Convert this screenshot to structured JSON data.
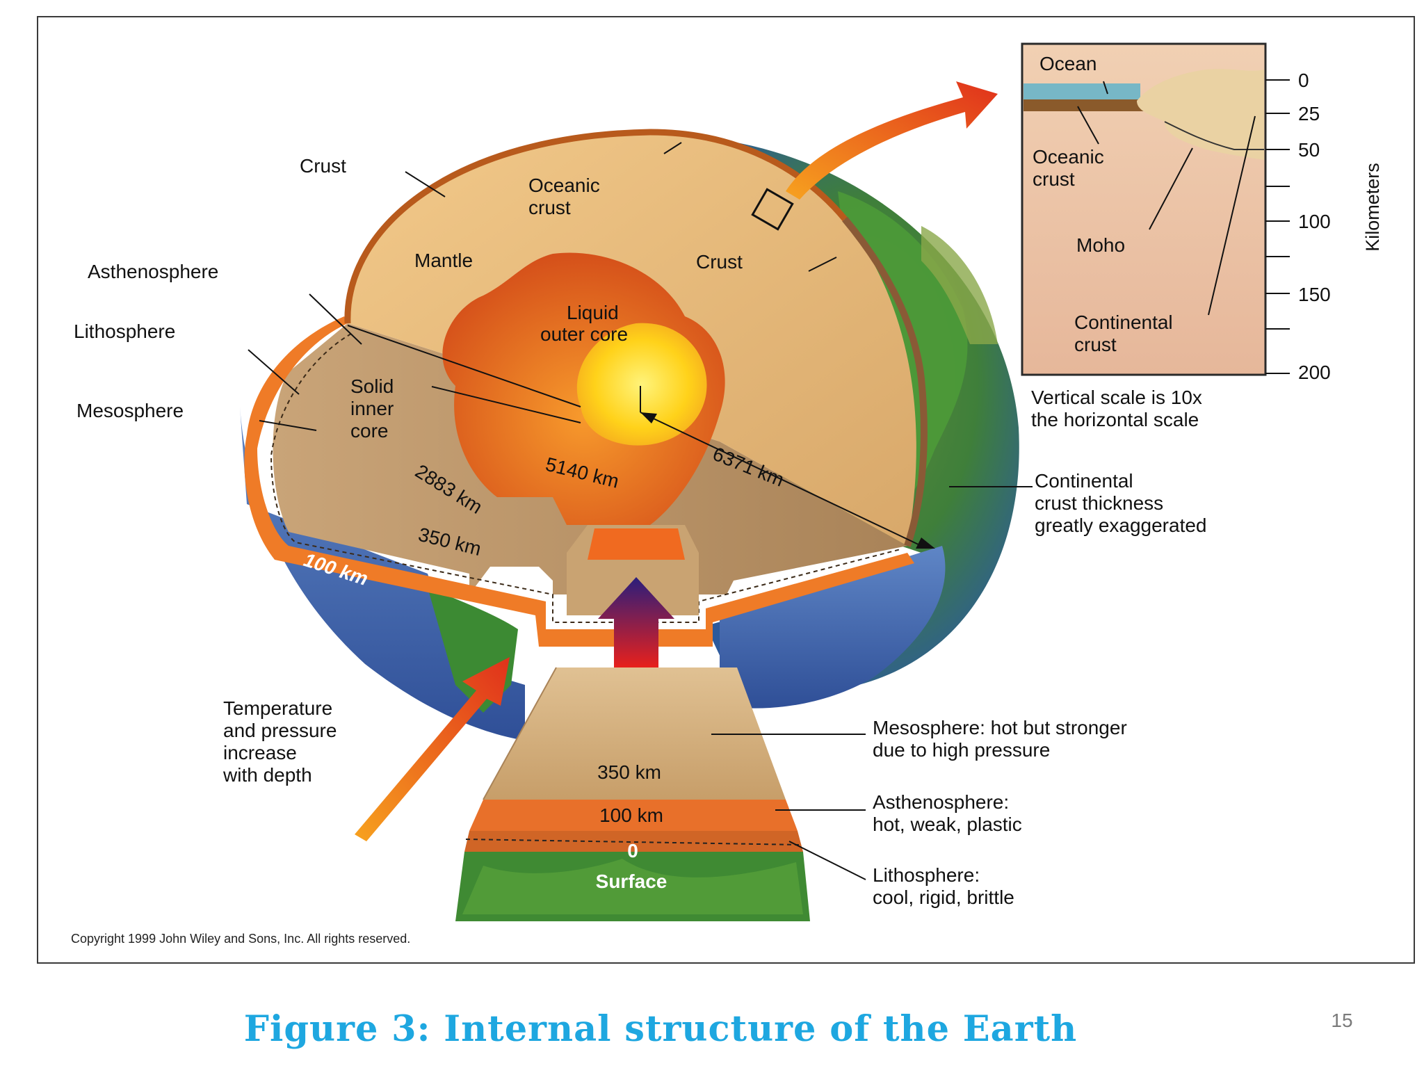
{
  "labels": {
    "crust_left": "Crust",
    "oceanic_crust": [
      "Oceanic",
      "crust"
    ],
    "mantle": "Mantle",
    "crust_right": "Crust",
    "asthenosphere": "Asthenosphere",
    "lithosphere": "Lithosphere",
    "mesosphere": "Mesosphere",
    "liquid_outer_core": [
      "Liquid",
      "outer core"
    ],
    "solid_inner_core": [
      "Solid",
      "inner",
      "core"
    ],
    "d_5140": "5140 km",
    "d_6371": "6371 km",
    "d_2883": "2883 km",
    "d_350": "350 km",
    "d_100": "100 km",
    "temperature_note": [
      "Temperature",
      "and pressure",
      "increase",
      "with depth"
    ],
    "continental_note": [
      "Continental",
      "crust thickness",
      "greatly exaggerated"
    ],
    "copyright": "Copyright 1999 John Wiley and Sons, Inc. All rights reserved."
  },
  "inset": {
    "ocean": "Ocean",
    "oceanic_crust": [
      "Oceanic",
      "crust"
    ],
    "moho": "Moho",
    "continental_crust": [
      "Continental",
      "crust"
    ],
    "axis_label": "Kilometers",
    "ticks": [
      "0",
      "25",
      "50",
      "100",
      "150",
      "200"
    ],
    "scale_note": [
      "Vertical scale is 10x",
      "the horizontal scale"
    ]
  },
  "column": {
    "d_350": "350 km",
    "d_100": "100 km",
    "d_0": "0",
    "surface": "Surface",
    "mesosphere_desc": [
      "Mesosphere: hot but stronger",
      "due to high pressure"
    ],
    "asthenosphere_desc": [
      "Asthenosphere:",
      "hot, weak, plastic"
    ],
    "lithosphere_desc": [
      "Lithosphere:",
      "cool, rigid, brittle"
    ]
  },
  "caption": "Figure 3: Internal structure of the Earth",
  "page_number": "15",
  "colors": {
    "mantle": "#d9b27c",
    "outer_core": "#e4661a",
    "inner_core": "#ffd21a",
    "asthenosphere": "#f08a2a",
    "ocean": "#3f6fb5",
    "land": "#3d8a35",
    "arrow": "#e2501d",
    "caption": "#1ea7e0"
  }
}
